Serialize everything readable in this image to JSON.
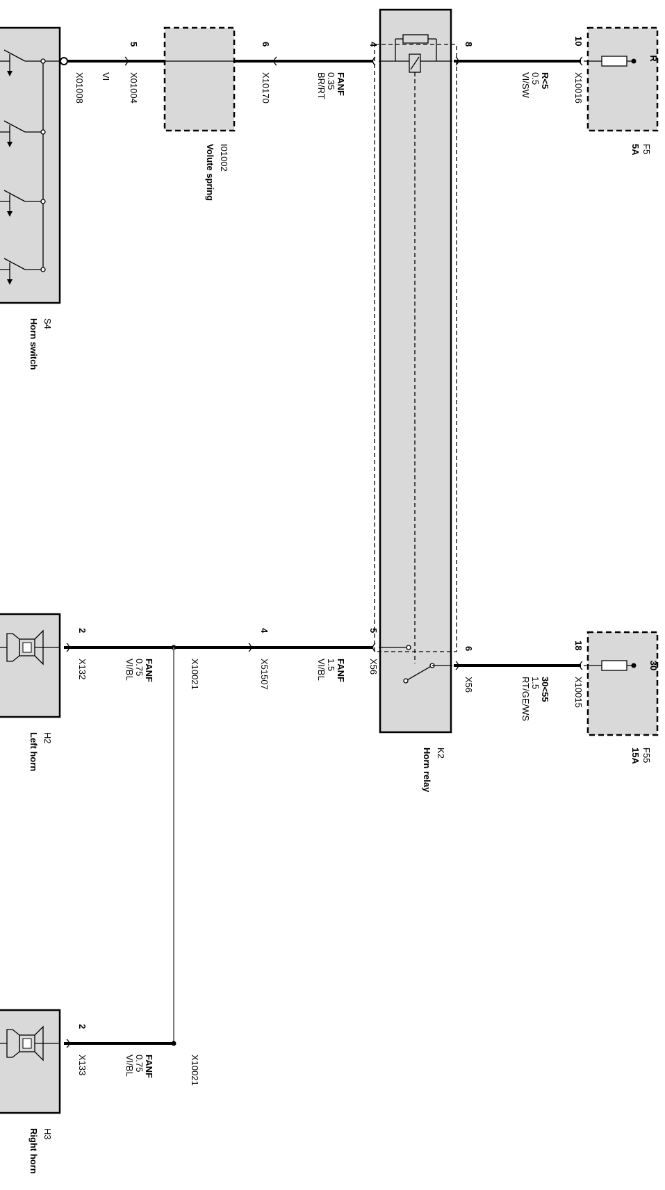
{
  "components": {
    "S4": {
      "id": "S4",
      "name": "Horn switch"
    },
    "I01002": {
      "id": "I01002",
      "name": "Volute spring"
    },
    "K2": {
      "id": "K2",
      "name": "Horn relay"
    },
    "F5": {
      "id": "F5",
      "rating": "5A",
      "terminal": "R"
    },
    "F55": {
      "id": "F55",
      "rating": "15A",
      "terminal": "30"
    },
    "H2": {
      "id": "H2",
      "name": "Left horn"
    },
    "H3": {
      "id": "H3",
      "name": "Right horn"
    }
  },
  "pins": {
    "s4_x": "X01008",
    "vs_in": "5",
    "vs_in_conn": "X01004",
    "vs_out": "6",
    "vs_out_conn": "X10170",
    "k2_4": "4",
    "k2_8": "8",
    "k2_5": "5",
    "k2_6": "6",
    "k2_5_conn": "X56",
    "k2_6_conn": "X56",
    "f5_pin": "10",
    "f5_conn": "X10016",
    "f55_pin": "18",
    "f55_conn": "X10015",
    "mid_pin": "4",
    "mid_conn": "X51507",
    "h2_pin": "2",
    "h2_conn": "X132",
    "h3_pin": "2",
    "h3_conn": "X133",
    "splice1": "X10021",
    "splice2": "X10021"
  },
  "wires": {
    "s4_vs": {
      "color": "VI"
    },
    "vs_k2": {
      "line1": "FANF",
      "line2": "0.35",
      "line3": "BR/RT"
    },
    "k2_f5": {
      "line1": "R<5",
      "line2": "0.5",
      "line3": "VI/SW"
    },
    "k2_mid": {
      "line1": "FANF",
      "line2": "1.5",
      "line3": "VI/BL"
    },
    "k2_f55": {
      "line1": "30<55",
      "line2": "1.5",
      "line3": "RT/GE/WS"
    },
    "h2": {
      "line1": "FANF",
      "line2": "0.75",
      "line3": "VI/BL"
    },
    "h3": {
      "line1": "FANF",
      "line2": "0.75",
      "line3": "VI/BL"
    }
  }
}
